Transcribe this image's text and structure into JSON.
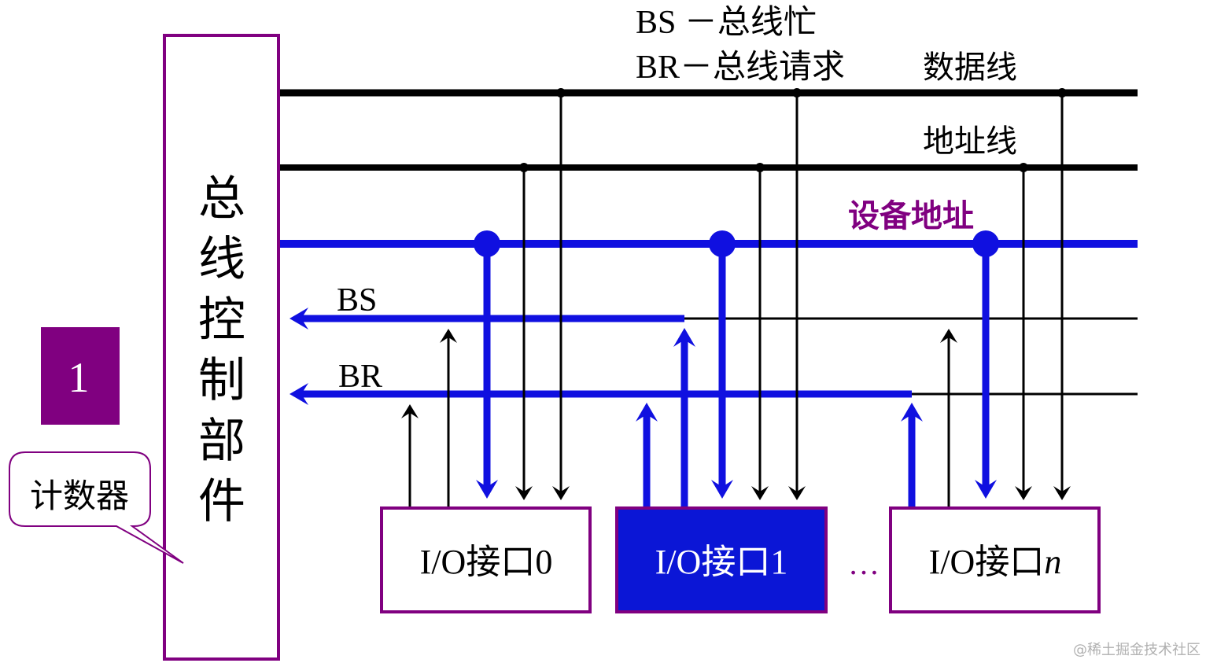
{
  "legend": {
    "bs_line": "BS －总线忙",
    "br_line": "BR－总线请求"
  },
  "lines": {
    "data": "数据线",
    "address": "地址线",
    "device_address": "设备地址",
    "bs": "BS",
    "br": "BR"
  },
  "controller": {
    "label": "总线控制部件"
  },
  "counter_box": {
    "value": "1"
  },
  "callout": {
    "text": "计数器"
  },
  "interfaces": [
    {
      "prefix": "I/O接口",
      "index": "0"
    },
    {
      "prefix": "I/O接口",
      "index": "1"
    },
    {
      "prefix": "I/O接口",
      "index": "n"
    }
  ],
  "ellipsis": "…",
  "watermark": "@稀土掘金技术社区",
  "colors": {
    "purple": "#800080",
    "blue": "#1010e0",
    "black": "#000000",
    "active_fill": "#0b16d6"
  }
}
